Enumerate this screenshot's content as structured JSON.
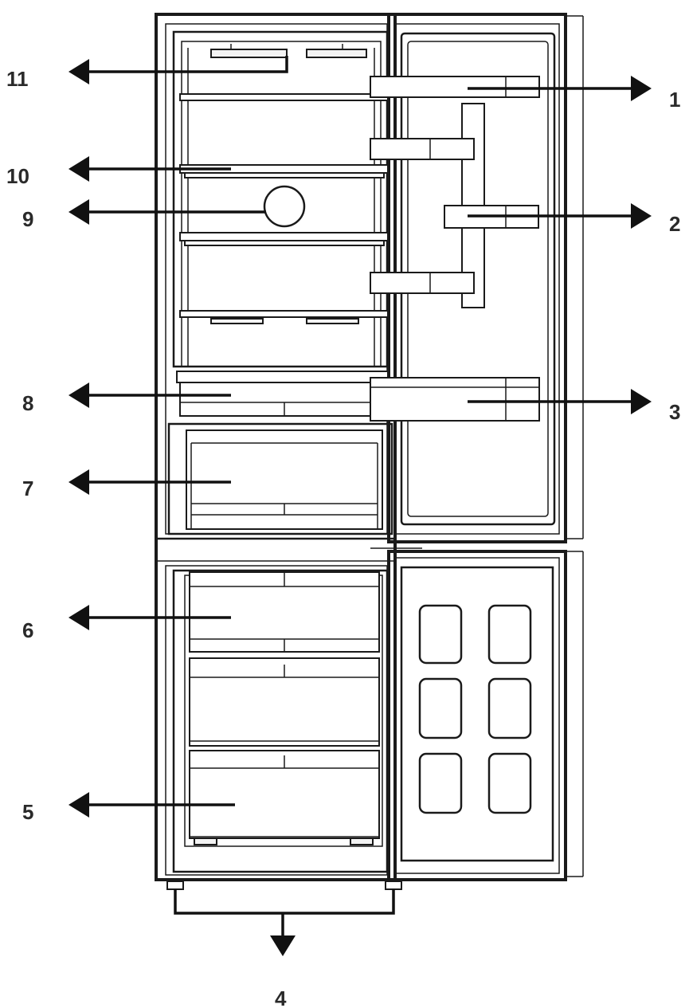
{
  "diagram": {
    "callouts": [
      {
        "id": "1",
        "label": "1"
      },
      {
        "id": "2",
        "label": "2"
      },
      {
        "id": "3",
        "label": "3"
      },
      {
        "id": "4",
        "label": "4"
      },
      {
        "id": "5",
        "label": "5"
      },
      {
        "id": "6",
        "label": "6"
      },
      {
        "id": "7",
        "label": "7"
      },
      {
        "id": "8",
        "label": "8"
      },
      {
        "id": "9",
        "label": "9"
      },
      {
        "id": "10",
        "label": "10"
      },
      {
        "id": "11",
        "label": "11"
      }
    ],
    "colors": {
      "line": "#1a1a1a",
      "background": "#ffffff"
    }
  }
}
